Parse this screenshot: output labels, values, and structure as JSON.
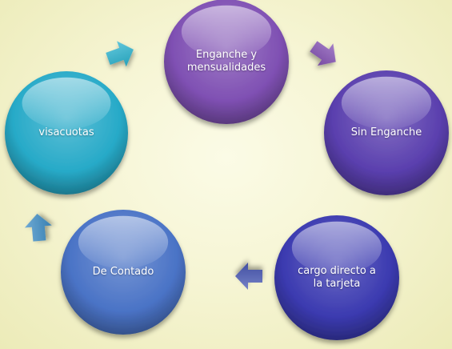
{
  "diagram": {
    "type": "cycle",
    "nodes": [
      {
        "id": "enganche",
        "label": "Enganche y\nmensualidades",
        "color": "#7f50b3"
      },
      {
        "id": "sin-enganche",
        "label": "Sin Enganche",
        "color": "#5a3fae"
      },
      {
        "id": "cargo-directo",
        "label": "cargo directo a\nla tarjeta",
        "color": "#3b3ab0"
      },
      {
        "id": "de-contado",
        "label": "De Contado",
        "color": "#4a73c6"
      },
      {
        "id": "visacuotas",
        "label": "visacuotas",
        "color": "#27aac8"
      }
    ],
    "arrows": [
      {
        "from": "enganche",
        "to": "sin-enganche",
        "color": "#8452b4"
      },
      {
        "from": "sin-enganche",
        "to": "cargo-directo",
        "color": "#5c45ae"
      },
      {
        "from": "cargo-directo",
        "to": "de-contado",
        "color": "#4858b4"
      },
      {
        "from": "de-contado",
        "to": "visacuotas",
        "color": "#3f8ec6"
      },
      {
        "from": "visacuotas",
        "to": "enganche",
        "color": "#2bb3cf"
      }
    ]
  }
}
